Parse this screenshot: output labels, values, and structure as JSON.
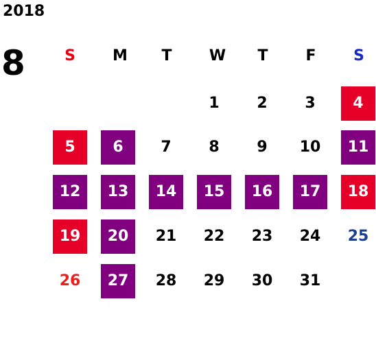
{
  "year": "2018",
  "month": "8",
  "colors": {
    "sunday_text": "#e8211d",
    "saturday_text": "#1c3f94",
    "sunday_header": "#e60012",
    "saturday_header": "#1428c8",
    "red_box": "#e60028",
    "purple_box": "#800080",
    "plain_text": "#000000"
  },
  "weekdays": [
    "S",
    "M",
    "T",
    "W",
    "T",
    "F",
    "S"
  ],
  "weeks": [
    [
      {
        "day": "",
        "style": "empty"
      },
      {
        "day": "",
        "style": "empty"
      },
      {
        "day": "",
        "style": "empty"
      },
      {
        "day": "1",
        "style": "plain"
      },
      {
        "day": "2",
        "style": "plain"
      },
      {
        "day": "3",
        "style": "plain"
      },
      {
        "day": "4",
        "style": "red"
      }
    ],
    [
      {
        "day": "5",
        "style": "red"
      },
      {
        "day": "6",
        "style": "purple"
      },
      {
        "day": "7",
        "style": "plain"
      },
      {
        "day": "8",
        "style": "plain"
      },
      {
        "day": "9",
        "style": "plain"
      },
      {
        "day": "10",
        "style": "plain"
      },
      {
        "day": "11",
        "style": "purple"
      }
    ],
    [
      {
        "day": "12",
        "style": "purple"
      },
      {
        "day": "13",
        "style": "purple"
      },
      {
        "day": "14",
        "style": "purple"
      },
      {
        "day": "15",
        "style": "purple"
      },
      {
        "day": "16",
        "style": "purple"
      },
      {
        "day": "17",
        "style": "purple"
      },
      {
        "day": "18",
        "style": "red"
      }
    ],
    [
      {
        "day": "19",
        "style": "red"
      },
      {
        "day": "20",
        "style": "purple"
      },
      {
        "day": "21",
        "style": "plain"
      },
      {
        "day": "22",
        "style": "plain"
      },
      {
        "day": "23",
        "style": "plain"
      },
      {
        "day": "24",
        "style": "plain"
      },
      {
        "day": "25",
        "style": "saturday"
      }
    ],
    [
      {
        "day": "26",
        "style": "sunday"
      },
      {
        "day": "27",
        "style": "purple"
      },
      {
        "day": "28",
        "style": "plain"
      },
      {
        "day": "29",
        "style": "plain"
      },
      {
        "day": "30",
        "style": "plain"
      },
      {
        "day": "31",
        "style": "plain"
      },
      {
        "day": "",
        "style": "empty"
      }
    ]
  ]
}
